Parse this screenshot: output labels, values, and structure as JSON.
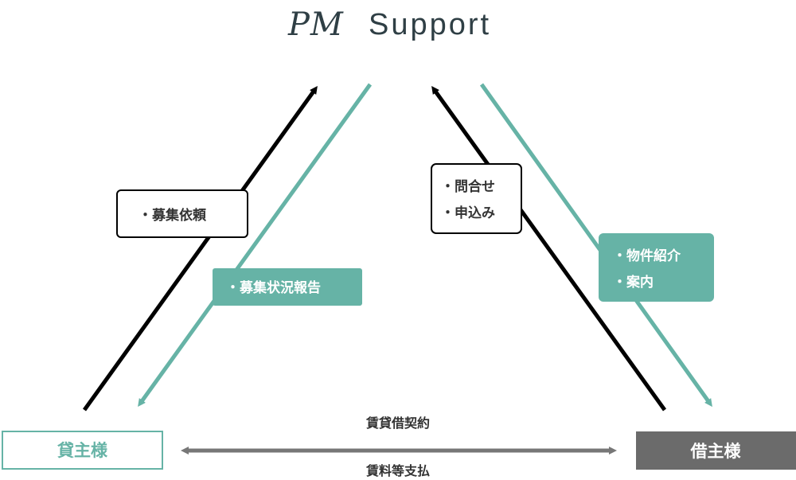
{
  "logo": {
    "mark": "PM",
    "name": "Support"
  },
  "nodes": {
    "lender": "貸主様",
    "borrower": "借主様"
  },
  "left_flows": {
    "request_item": "・募集依頼",
    "report_item": "・募集状況報告"
  },
  "right_flows": {
    "inquiry_items": [
      "・問合せ",
      "・申込み"
    ],
    "intro_items": [
      "・物件紹介",
      "・案内"
    ]
  },
  "bottom_flow": {
    "top_label": "賃貸借契約",
    "bottom_label": "賃料等支払"
  },
  "colors": {
    "teal": "#66b3a6",
    "black": "#000000",
    "gray_node": "#6b6b6b",
    "gray_arrow": "#777777",
    "logo": "#2f3f45"
  }
}
